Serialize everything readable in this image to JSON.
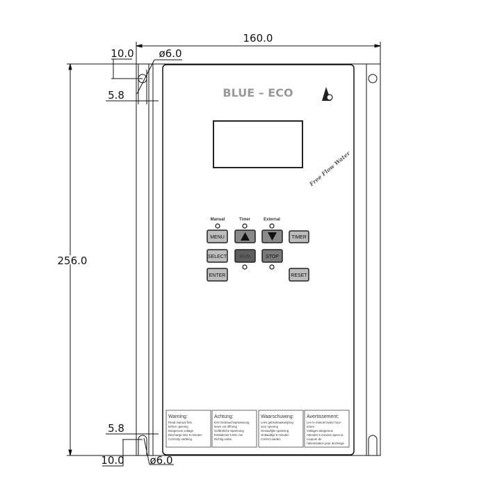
{
  "dimensions": {
    "width": "160.0",
    "height": "256.0",
    "top_offset": "10.0",
    "top_hole": "ø6.0",
    "top_edge": "5.8",
    "bottom_edge": "5.8",
    "bottom_offset": "10.0",
    "bottom_hole": "ø6.0"
  },
  "panel": {
    "brand": "BLUE – ECO",
    "script_text": "Free Flow Water",
    "indicators": [
      "Manual",
      "Timer",
      "External"
    ],
    "buttons": {
      "menu": "MENU",
      "timer": "TIMER",
      "select": "SELECT",
      "run": "RUN",
      "stop": "STOP",
      "enter": "ENTER",
      "reset": "RESET"
    },
    "warnings": [
      {
        "title": "Warning:",
        "lines": [
          "Read manual first",
          "before opening",
          "Dangerous voltage",
          "Discharge time 5 minutes",
          "Correctly earthing"
        ]
      },
      {
        "title": "Achtung:",
        "lines": [
          "Erst Gebrauchsanweisung",
          "lesen vor öffnung",
          "Gefährliche Spannung",
          "Entladezeit 5 Min. bei",
          "Richtig erden"
        ]
      },
      {
        "title": "Waarschuwing:",
        "lines": [
          "Lees gebruiksaanwijzing",
          "voor opening",
          "Gevaarlijke spanning",
          "Ontlaadtijd 5 minuten",
          "Correct aarden"
        ]
      },
      {
        "title": "Avertissement:",
        "lines": [
          "Lire le manuel avant l'ouv-",
          "erture",
          "Voltages dangereux",
          "Attendre 5 minutes apres la",
          "coupure de",
          "l'alimentation pour decharge"
        ]
      }
    ]
  }
}
